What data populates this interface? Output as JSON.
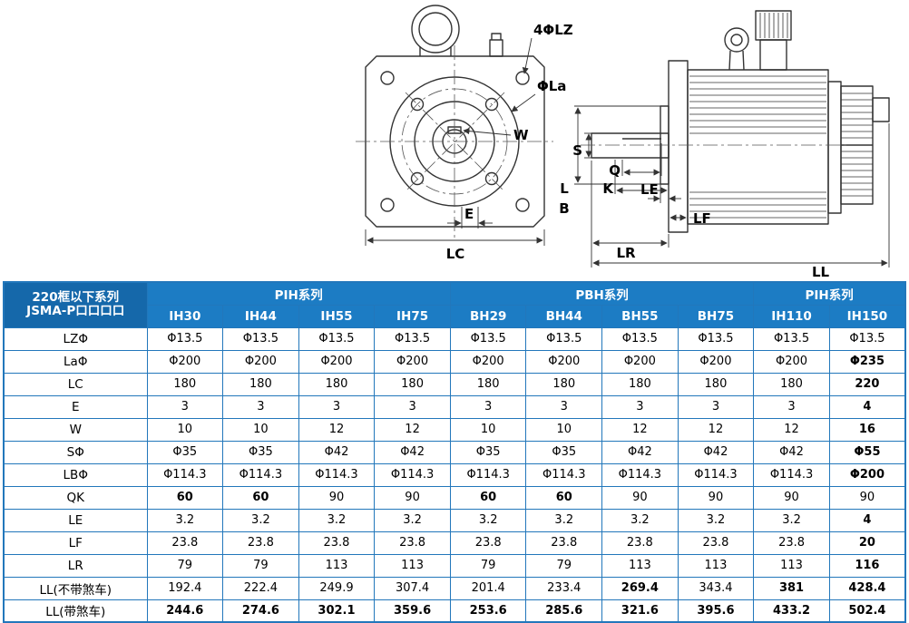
{
  "colors": {
    "header_bg": "#1c7cc4",
    "header_corner_bg": "#1568aa",
    "grid": "#2277bb",
    "line": "#333333",
    "background": "#ffffff"
  },
  "drawing": {
    "front": {
      "bolt_label": "4ΦLZ",
      "la_label": "ΦLa",
      "w_label": "W",
      "e_label": "E",
      "lc_label": "LC"
    },
    "side": {
      "s_label": "S",
      "q_label": "Q",
      "k_label": "K",
      "le_label": "LE",
      "l_label": "L",
      "b_label": "B",
      "lf_label": "LF",
      "lr_label": "LR",
      "ll_label": "LL"
    }
  },
  "table": {
    "header": {
      "series_title": "220框以下系列",
      "series_subtitle": "JSMA-P口口口口",
      "groups": [
        {
          "label": "PIH系列",
          "span": 4
        },
        {
          "label": "PBH系列",
          "span": 4
        },
        {
          "label": "PIH系列",
          "span": 2
        }
      ],
      "models": [
        "IH30",
        "IH44",
        "IH55",
        "IH75",
        "BH29",
        "BH44",
        "BH55",
        "BH75",
        "IH110",
        "IH150"
      ]
    },
    "rows": [
      {
        "label": "LZΦ",
        "values": [
          "Φ13.5",
          "Φ13.5",
          "Φ13.5",
          "Φ13.5",
          "Φ13.5",
          "Φ13.5",
          "Φ13.5",
          "Φ13.5",
          "Φ13.5",
          "Φ13.5"
        ]
      },
      {
        "label": "LaΦ",
        "values": [
          "Φ200",
          "Φ200",
          "Φ200",
          "Φ200",
          "Φ200",
          "Φ200",
          "Φ200",
          "Φ200",
          "Φ200",
          "Φ235"
        ],
        "bold": [
          9
        ]
      },
      {
        "label": "LC",
        "values": [
          "180",
          "180",
          "180",
          "180",
          "180",
          "180",
          "180",
          "180",
          "180",
          "220"
        ],
        "bold": [
          9
        ]
      },
      {
        "label": "E",
        "values": [
          "3",
          "3",
          "3",
          "3",
          "3",
          "3",
          "3",
          "3",
          "3",
          "4"
        ],
        "bold": [
          9
        ]
      },
      {
        "label": "W",
        "values": [
          "10",
          "10",
          "12",
          "12",
          "10",
          "10",
          "12",
          "12",
          "12",
          "16"
        ],
        "bold": [
          9
        ]
      },
      {
        "label": "SΦ",
        "values": [
          "Φ35",
          "Φ35",
          "Φ42",
          "Φ42",
          "Φ35",
          "Φ35",
          "Φ42",
          "Φ42",
          "Φ42",
          "Φ55"
        ],
        "bold": [
          9
        ]
      },
      {
        "label": "LBΦ",
        "values": [
          "Φ114.3",
          "Φ114.3",
          "Φ114.3",
          "Φ114.3",
          "Φ114.3",
          "Φ114.3",
          "Φ114.3",
          "Φ114.3",
          "Φ114.3",
          "Φ200"
        ],
        "bold": [
          9
        ]
      },
      {
        "label": "QK",
        "values": [
          "60",
          "60",
          "90",
          "90",
          "60",
          "60",
          "90",
          "90",
          "90",
          "90"
        ],
        "bold": [
          0,
          1,
          4,
          5
        ]
      },
      {
        "label": "LE",
        "values": [
          "3.2",
          "3.2",
          "3.2",
          "3.2",
          "3.2",
          "3.2",
          "3.2",
          "3.2",
          "3.2",
          "4"
        ],
        "bold": [
          9
        ]
      },
      {
        "label": "LF",
        "values": [
          "23.8",
          "23.8",
          "23.8",
          "23.8",
          "23.8",
          "23.8",
          "23.8",
          "23.8",
          "23.8",
          "20"
        ],
        "bold": [
          9
        ]
      },
      {
        "label": "LR",
        "values": [
          "79",
          "79",
          "113",
          "113",
          "79",
          "79",
          "113",
          "113",
          "113",
          "116"
        ],
        "bold": [
          9
        ]
      },
      {
        "label": "LL(不带煞车)",
        "values": [
          "192.4",
          "222.4",
          "249.9",
          "307.4",
          "201.4",
          "233.4",
          "269.4",
          "343.4",
          "381",
          "428.4"
        ],
        "bold": [
          6,
          8,
          9
        ]
      },
      {
        "label": "LL(带煞车)",
        "values": [
          "244.6",
          "274.6",
          "302.1",
          "359.6",
          "253.6",
          "285.6",
          "321.6",
          "395.6",
          "433.2",
          "502.4"
        ],
        "bold": [
          0,
          1,
          2,
          3,
          4,
          5,
          6,
          7,
          8,
          9
        ]
      }
    ]
  }
}
